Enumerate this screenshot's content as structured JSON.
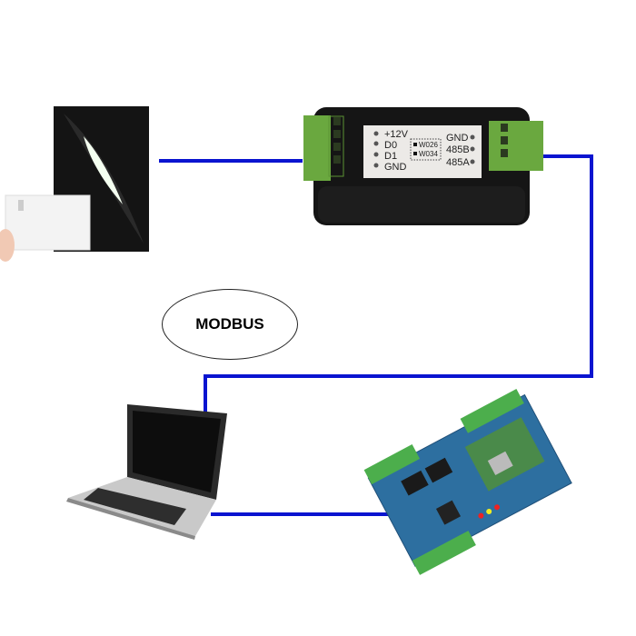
{
  "diagram": {
    "protocol_label": "MODBUS",
    "wire_color": "#0a14d0",
    "converter": {
      "left_terminals": [
        "+12V",
        "D0",
        "D1",
        "GND"
      ],
      "right_terminals": [
        "GND",
        "485B",
        "485A"
      ],
      "modes": [
        "W026",
        "W034"
      ]
    },
    "devices": [
      "card-reader",
      "wiegand-rs485-converter",
      "laptop",
      "access-control-board"
    ]
  }
}
